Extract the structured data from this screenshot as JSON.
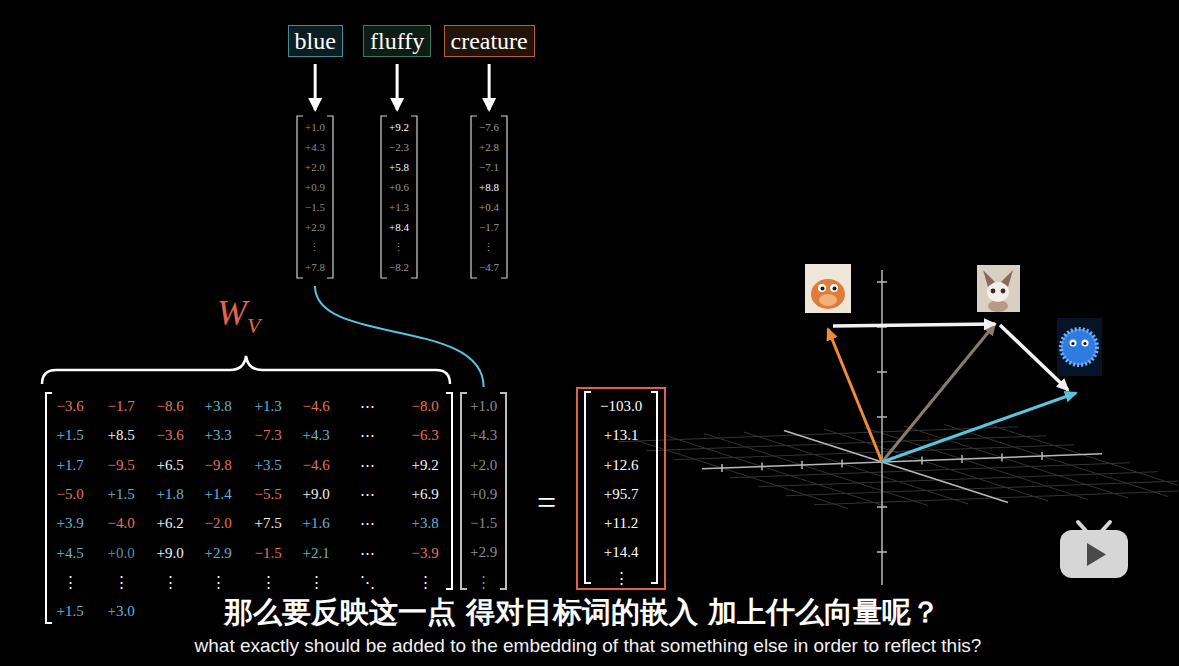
{
  "diagram": {
    "nodes": [
      {
        "text": [
          "blue"
        ]
      },
      {
        "text": [
          "fluffy"
        ]
      },
      {
        "text": [
          "creature"
        ]
      },
      {
        "text": [
          "+1.0",
          "+4.3",
          "+2.0",
          "+0.9",
          "−1.5",
          "+2.9",
          "⋮",
          "+7.8"
        ]
      },
      {
        "text": [
          "+9.2",
          "−2.3",
          "+5.8",
          "+0.6",
          "+1.3",
          "+8.4",
          "⋮",
          "−8.2"
        ]
      },
      {
        "text": [
          "−7.6",
          "+2.8",
          "−7.1",
          "+8.8",
          "+0.4",
          "−1.7",
          "⋮",
          "−4.7"
        ]
      },
      {
        "text": [
          "−3.6",
          "−1.7",
          "−8.6",
          "+3.8",
          "+1.3",
          "−4.6",
          "⋯",
          "−8.0",
          "+1.5",
          "+8.5",
          "−3.6",
          "+3.3",
          "−7.3",
          "+4.3",
          "⋯",
          "−6.3",
          "+1.7",
          "−9.5",
          "+6.5",
          "−9.8",
          "+3.5",
          "−4.6",
          "⋯",
          "+9.2",
          "−5.0",
          "+1.5",
          "+1.8",
          "+1.4",
          "−5.5",
          "+9.0",
          "⋯",
          "+6.9",
          "+3.9",
          "−4.0",
          "+6.2",
          "−2.0",
          "+7.5",
          "+1.6",
          "⋯",
          "+3.8",
          "+4.5",
          "+0.0",
          "+9.0",
          "+2.9",
          "−1.5",
          "+2.1",
          "⋯",
          "−3.9",
          "⋮",
          "⋮",
          "⋮",
          "⋮",
          "⋮",
          "⋮",
          "⋱",
          "⋮",
          "+1.5",
          "+3.0"
        ]
      },
      {
        "text": [
          "+1.0",
          "+4.3",
          "+2.0",
          "+0.9",
          "−1.5",
          "+2.9",
          "⋮"
        ]
      },
      {
        "text": [
          "−103.0",
          "+13.1",
          "+12.6",
          "+95.7",
          "+11.2",
          "+14.4",
          "⋮"
        ]
      }
    ],
    "edges": [
      {
        "from": 0,
        "to": 3,
        "arrow": "to"
      },
      {
        "from": 1,
        "to": 4,
        "arrow": "to"
      },
      {
        "from": 2,
        "to": 5,
        "arrow": "to"
      },
      {
        "from": 3,
        "to": 7,
        "arrow": "none"
      }
    ],
    "labels": [
      "W",
      "V",
      "=",
      "那么要反映这一点 得对目标词的嵌入 加上什么向量呢？",
      "what exactly should be added to the embedding of that something else in order to reflect this?"
    ]
  }
}
